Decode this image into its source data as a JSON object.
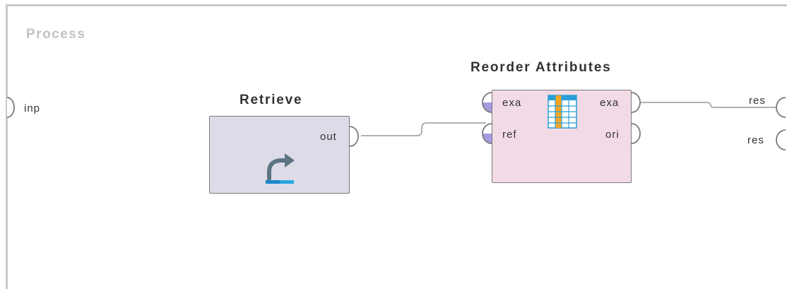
{
  "process": {
    "title": "Process"
  },
  "process_ports": {
    "input": "inp",
    "outputs": [
      "res",
      "res"
    ]
  },
  "operators": {
    "retrieve": {
      "title": "Retrieve",
      "icon": "retrieve-arrow-icon",
      "output_ports": [
        "out"
      ]
    },
    "reorder": {
      "title": "Reorder Attributes",
      "icon": "table-columns-icon",
      "input_ports": [
        "exa",
        "ref"
      ],
      "output_ports": [
        "exa",
        "ori"
      ]
    }
  },
  "colors": {
    "retrieve_bg": "#dedbe9",
    "reorder_bg": "#f2dbe6",
    "port_fill_input": "#a79adf",
    "connection": "#999999",
    "frame": "#c9c9c9"
  }
}
